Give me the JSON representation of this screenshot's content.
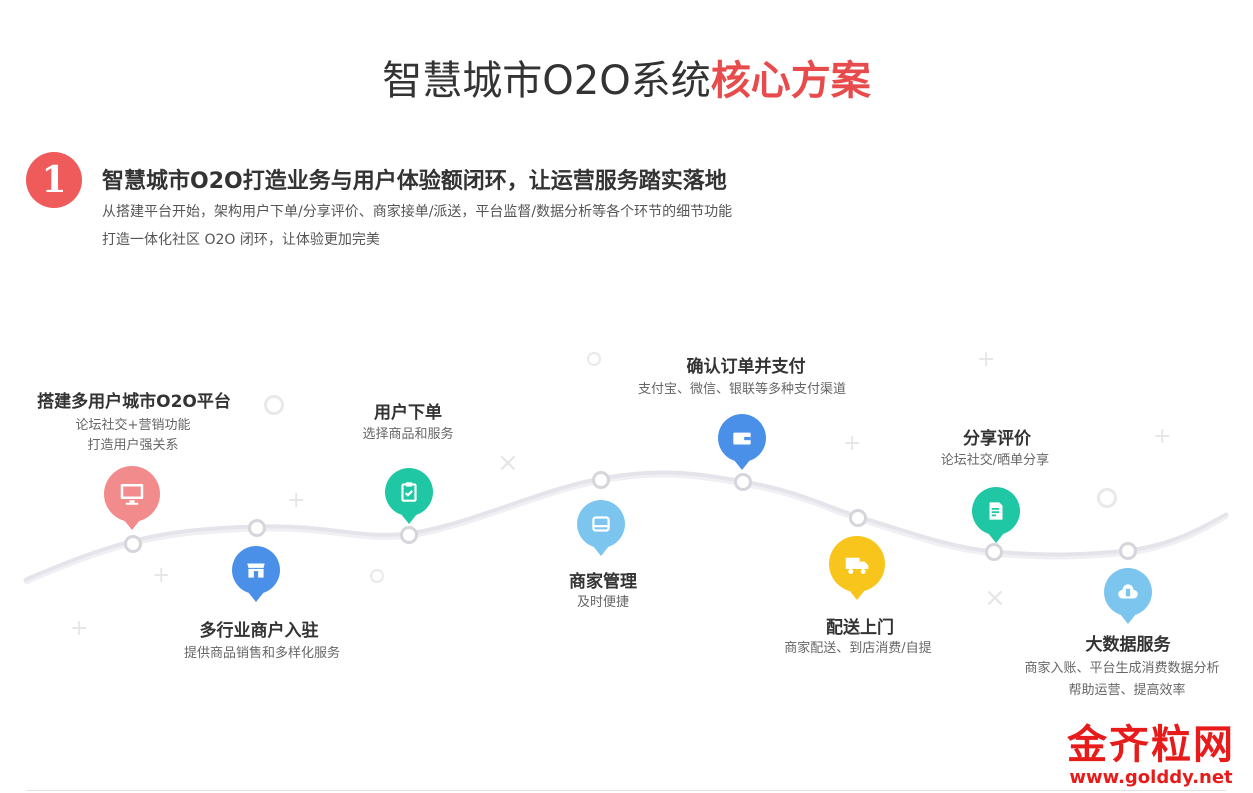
{
  "header": {
    "title_main": "智慧城市O2O系统",
    "title_accent": "核心方案"
  },
  "section": {
    "number": "1",
    "heading": "智慧城市O2O打造业务与用户体验额闭环，让运营服务踏实落地",
    "desc_line1": "从搭建平台开始，架构用户下单/分享评价、商家接单/派送，平台监督/数据分析等各个环节的细节功能",
    "desc_line2": "打造一体化社区 O2O 闭环，让体验更加完美"
  },
  "steps": [
    {
      "title": "搭建多用户城市O2O平台",
      "sub1": "论坛社交+营销功能",
      "sub2": "打造用户强关系",
      "icon": "monitor-icon",
      "color": "#f28b8b"
    },
    {
      "title": "多行业商户入驻",
      "sub1": "提供商品销售和多样化服务",
      "sub2": "",
      "icon": "storefront-icon",
      "color": "#4a8fe8"
    },
    {
      "title": "用户下单",
      "sub1": "选择商品和服务",
      "sub2": "",
      "icon": "clipboard-check-icon",
      "color": "#1fc7a4"
    },
    {
      "title": "商家管理",
      "sub1": "及时便捷",
      "sub2": "",
      "icon": "inbox-icon",
      "color": "#7cc5ee"
    },
    {
      "title": "确认订单并支付",
      "sub1": "支付宝、微信、银联等多种支付渠道",
      "sub2": "",
      "icon": "wallet-icon",
      "color": "#4a8fe8"
    },
    {
      "title": "配送上门",
      "sub1": "商家配送、到店消费/自提",
      "sub2": "",
      "icon": "truck-icon",
      "color": "#f8c51c"
    },
    {
      "title": "分享评价",
      "sub1": "论坛社交/晒单分享",
      "sub2": "",
      "icon": "document-edit-icon",
      "color": "#1fc7a4"
    },
    {
      "title": "大数据服务",
      "sub1": "商家入账、平台生成消费数据分析",
      "sub2": "帮助运营、提高效率",
      "icon": "cloud-data-icon",
      "color": "#7cc5ee"
    }
  ],
  "watermark": {
    "text": "金齐粒网",
    "url": "www.golddy.net"
  }
}
